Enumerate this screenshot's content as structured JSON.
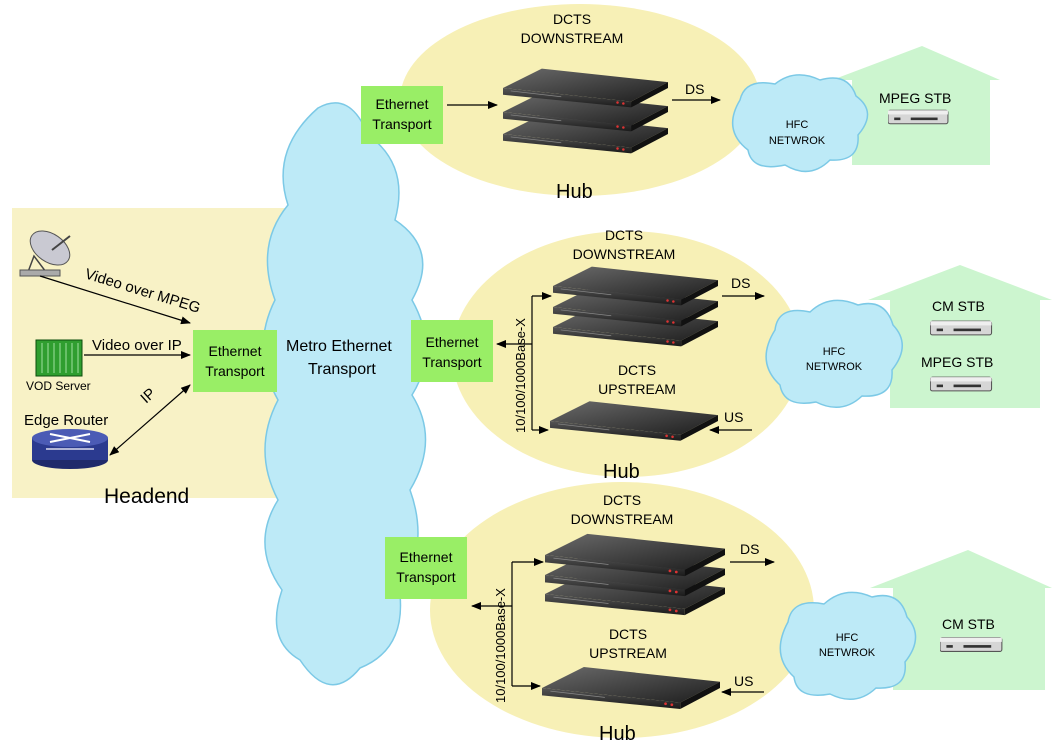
{
  "headend": {
    "label": "Headend",
    "satellite_link_label": "Video over MPEG",
    "vod_link_label": "Video over IP",
    "vod_server_label": "VOD Server",
    "ip_link_label": "IP",
    "edge_router_label": "Edge Router",
    "ethernet_transport": [
      "Ethernet",
      "Transport"
    ]
  },
  "metro": {
    "label": [
      "Metro Ethernet",
      "Transport"
    ]
  },
  "hub1": {
    "ethernet_transport": [
      "Ethernet",
      "Transport"
    ],
    "downstream_title": [
      "DCTS",
      "DOWNSTREAM"
    ],
    "ds_label": "DS",
    "hub_label": "Hub",
    "hfc_label": [
      "HFC",
      "NETWROK"
    ],
    "stbs": [
      "MPEG STB"
    ]
  },
  "hub2": {
    "ethernet_transport": [
      "Ethernet",
      "Transport"
    ],
    "downstream_title": [
      "DCTS",
      "DOWNSTREAM"
    ],
    "upstream_title": [
      "DCTS",
      "UPSTREAM"
    ],
    "bus_label": "10/100/1000Base-X",
    "ds_label": "DS",
    "us_label": "US",
    "hub_label": "Hub",
    "hfc_label": [
      "HFC",
      "NETWROK"
    ],
    "stbs": [
      "CM STB",
      "MPEG STB"
    ]
  },
  "hub3": {
    "ethernet_transport": [
      "Ethernet",
      "Transport"
    ],
    "downstream_title": [
      "DCTS",
      "DOWNSTREAM"
    ],
    "upstream_title": [
      "DCTS",
      "UPSTREAM"
    ],
    "bus_label": "10/100/1000Base-X",
    "ds_label": "DS",
    "us_label": "US",
    "hub_label": "Hub",
    "hfc_label": [
      "HFC",
      "NETWROK"
    ],
    "stbs": [
      "CM STB"
    ]
  },
  "colors": {
    "zone": "#f8f2c6",
    "hub_ellipse": "#f7f0b6",
    "ethernet_box": "#99ee66",
    "cloud": "#bdeaf7",
    "cloud_stroke": "#7cc9e6",
    "house": "#ccf5cf",
    "server": "#2e2e2e"
  }
}
